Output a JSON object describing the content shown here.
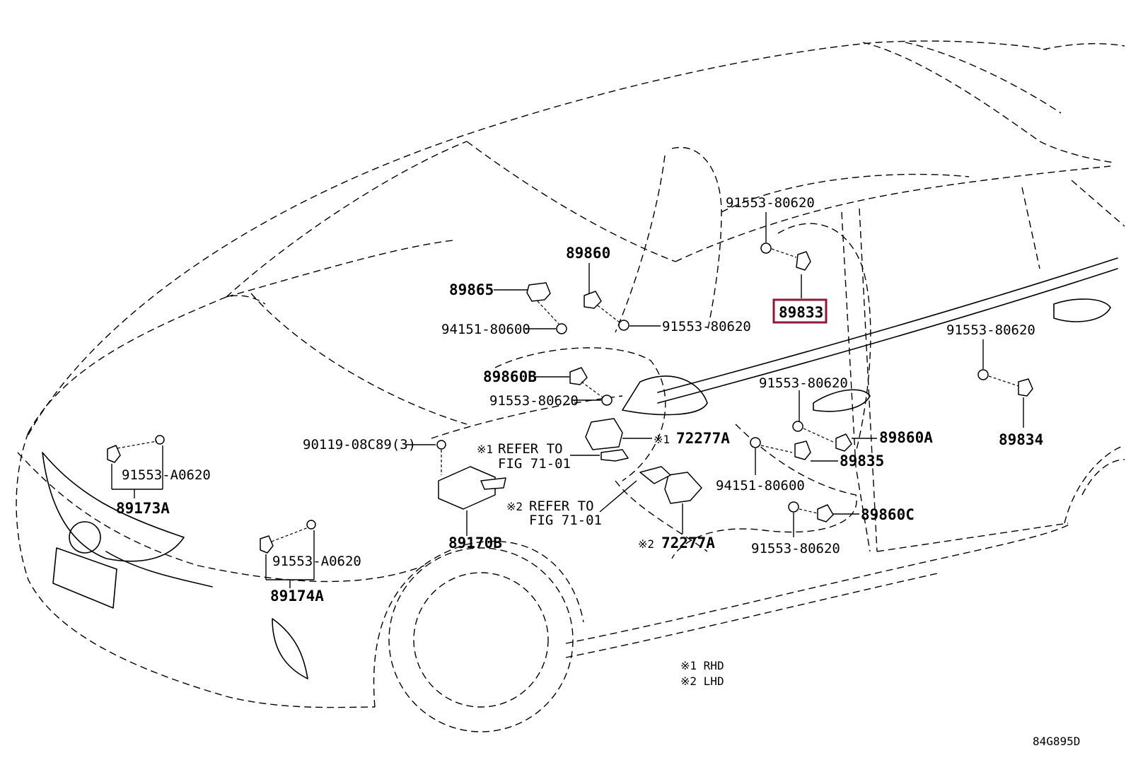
{
  "diagram_code": "84G895D",
  "highlighted_part": "89833",
  "highlight_color": "#8b1a3a",
  "part_labels": {
    "p89860": "89860",
    "p89865": "89865",
    "p94151_top": "94151-80600",
    "p91553_mid": "91553-80620",
    "p91553_top": "91553-80620",
    "p89833": "89833",
    "p91553_right": "91553-80620",
    "p89834": "89834",
    "p89860b": "89860B",
    "p91553_b": "91553-80620",
    "p91553_c": "91553-80620",
    "p89860a": "89860A",
    "p89835": "89835",
    "p94151_low": "94151-80600",
    "p89860c": "89860C",
    "p91553_d": "91553-80620",
    "p90119": "90119-08C89(3)",
    "p72277a_1": "72277A",
    "p72277a_2": "72277A",
    "p89170b": "89170B",
    "p91553_a0620_top": "91553-A0620",
    "p89173a": "89173A",
    "p91553_a0620_low": "91553-A0620",
    "p89174a": "89174A"
  },
  "refer_notes": {
    "ref1_mark": "※1",
    "ref1_line1": "REFER TO",
    "ref1_line2": "FIG 71-01",
    "ref2_mark": "※2",
    "ref2_line1": "REFER TO",
    "ref2_line2": "FIG 71-01",
    "mark_72277a_1": "※1",
    "mark_72277a_2": "※2"
  },
  "legend": {
    "line1": "※1  RHD",
    "line2": "※2  LHD"
  }
}
